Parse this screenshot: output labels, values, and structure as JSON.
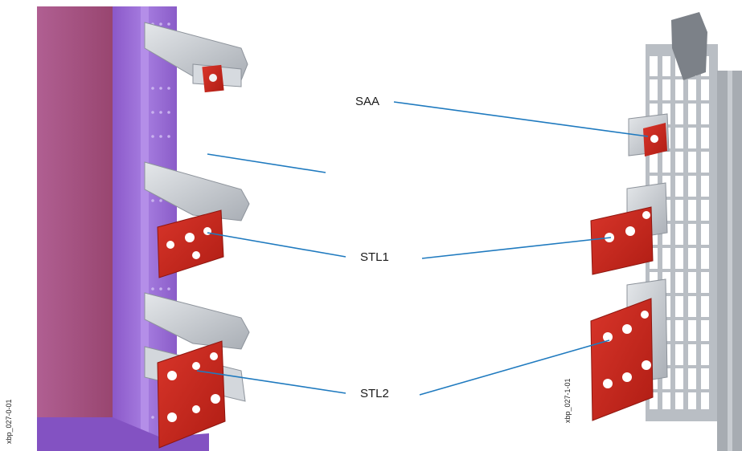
{
  "labels": {
    "saa": "SAA",
    "stl1": "STL1",
    "stl2": "STL2"
  },
  "image_codes": {
    "left": "xbp_027-0-01",
    "right": "xbp_027-1-01"
  },
  "colors": {
    "panel_pink": "#a3527f",
    "rail_purple": "#9a6ad6",
    "plate_red": "#c7271b",
    "bracket_grey": "#c3c8cf",
    "callout_blue": "#1f7abf"
  }
}
